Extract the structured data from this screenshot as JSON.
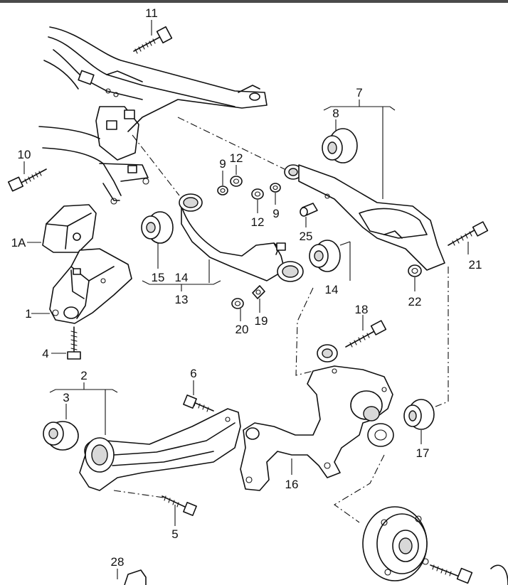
{
  "labels": {
    "p1": "1",
    "p1a": "1A",
    "p2": "2",
    "p3": "3",
    "p4": "4",
    "p5": "5",
    "p6": "6",
    "p7": "7",
    "p8": "8",
    "p9a": "9",
    "p9b": "9",
    "p10": "10",
    "p11": "11",
    "p12a": "12",
    "p12b": "12",
    "p13": "13",
    "p14a": "14",
    "p14b": "14",
    "p15": "15",
    "p16": "16",
    "p17": "17",
    "p18": "18",
    "p19": "19",
    "p20": "20",
    "p21": "21",
    "p22": "22",
    "p25": "25",
    "p28": "28"
  }
}
